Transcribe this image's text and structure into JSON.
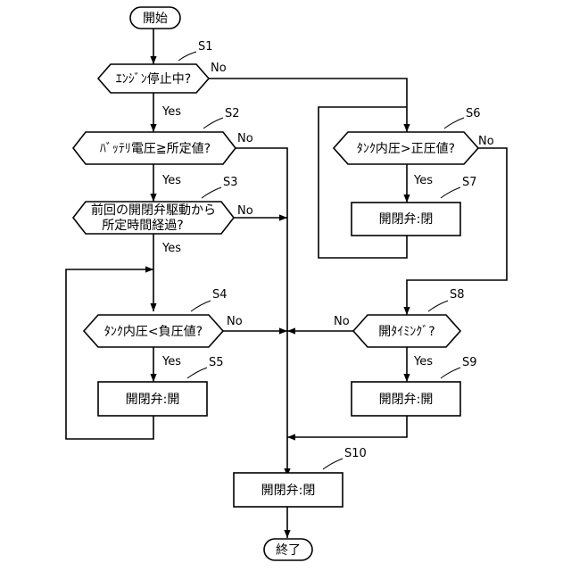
{
  "terminals": {
    "start": "開始",
    "end": "終了"
  },
  "steps": {
    "s1": {
      "label": "S1",
      "text": "ｴﾝｼﾞﾝ停止中?"
    },
    "s2": {
      "label": "S2",
      "text": "ﾊﾞｯﾃﾘ電圧≧所定値?"
    },
    "s3": {
      "label": "S3",
      "line1": "前回の開閉弁駆動から",
      "line2": "所定時間経過?"
    },
    "s4": {
      "label": "S4",
      "text": "ﾀﾝｸ内圧<負圧値?"
    },
    "s5": {
      "label": "S5",
      "text": "開閉弁:開"
    },
    "s6": {
      "label": "S6",
      "text": "ﾀﾝｸ内圧>正圧値?"
    },
    "s7": {
      "label": "S7",
      "text": "開閉弁:閉"
    },
    "s8": {
      "label": "S8",
      "text": "開ﾀｲﾐﾝｸﾞ?"
    },
    "s9": {
      "label": "S9",
      "text": "開閉弁:開"
    },
    "s10": {
      "label": "S10",
      "text": "開閉弁:閉"
    }
  },
  "branch": {
    "yes": "Yes",
    "no": "No"
  }
}
